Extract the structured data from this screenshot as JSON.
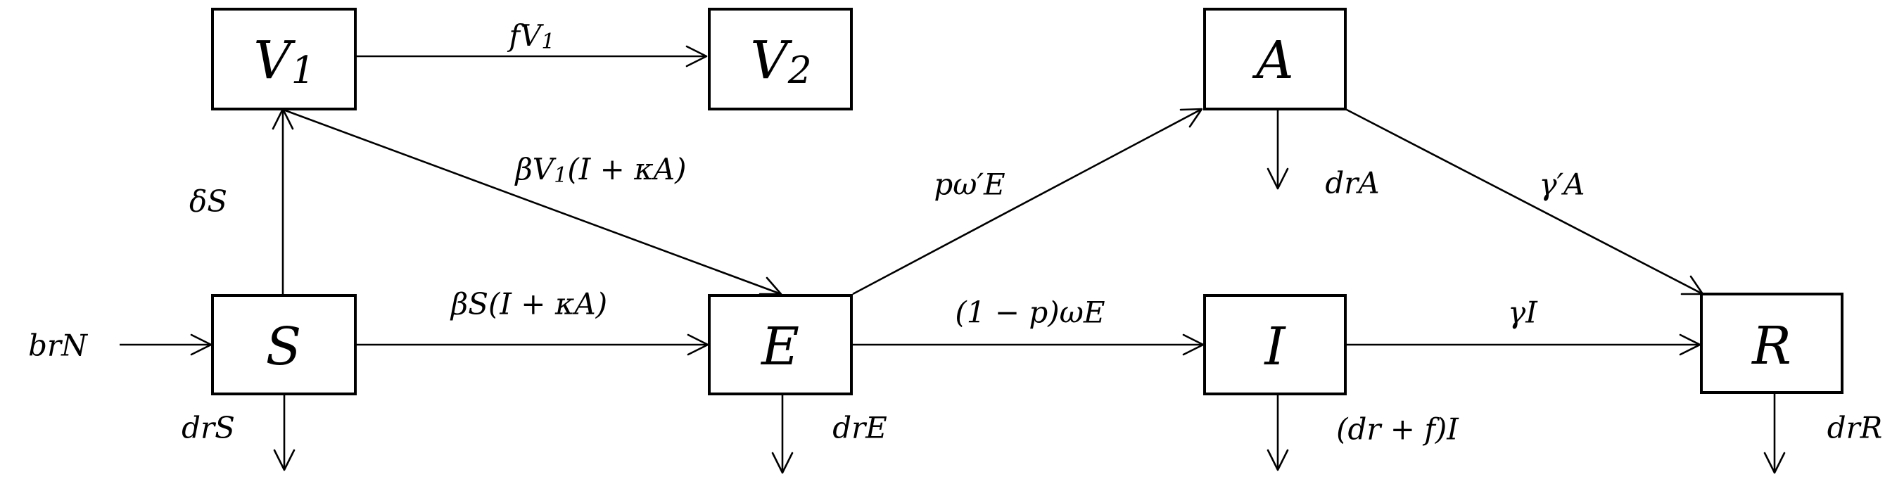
{
  "nodes": {
    "V1": {
      "main": "V",
      "sub": "1"
    },
    "V2": {
      "main": "V",
      "sub": "2"
    },
    "A": {
      "main": "A"
    },
    "S": {
      "main": "S"
    },
    "E": {
      "main": "E"
    },
    "I": {
      "main": "I"
    },
    "R": {
      "main": "R"
    }
  },
  "edges": {
    "v1_v2": {
      "pre": "fV",
      "sub": "1",
      "post": ""
    },
    "v1_e": {
      "pre": "βV",
      "sub": "1",
      "post": "(I + κA)"
    },
    "s_v1": "δS",
    "s_e": "βS(I + κA)",
    "e_a": "pω′E",
    "e_i": "(1 − p)ωE",
    "a_r": "γ′A",
    "i_r": "γI",
    "birth": "brN",
    "death_s": "drS",
    "death_e": "drE",
    "death_a": "drA",
    "death_i": "(dr + f)I",
    "death_r": "drR"
  }
}
